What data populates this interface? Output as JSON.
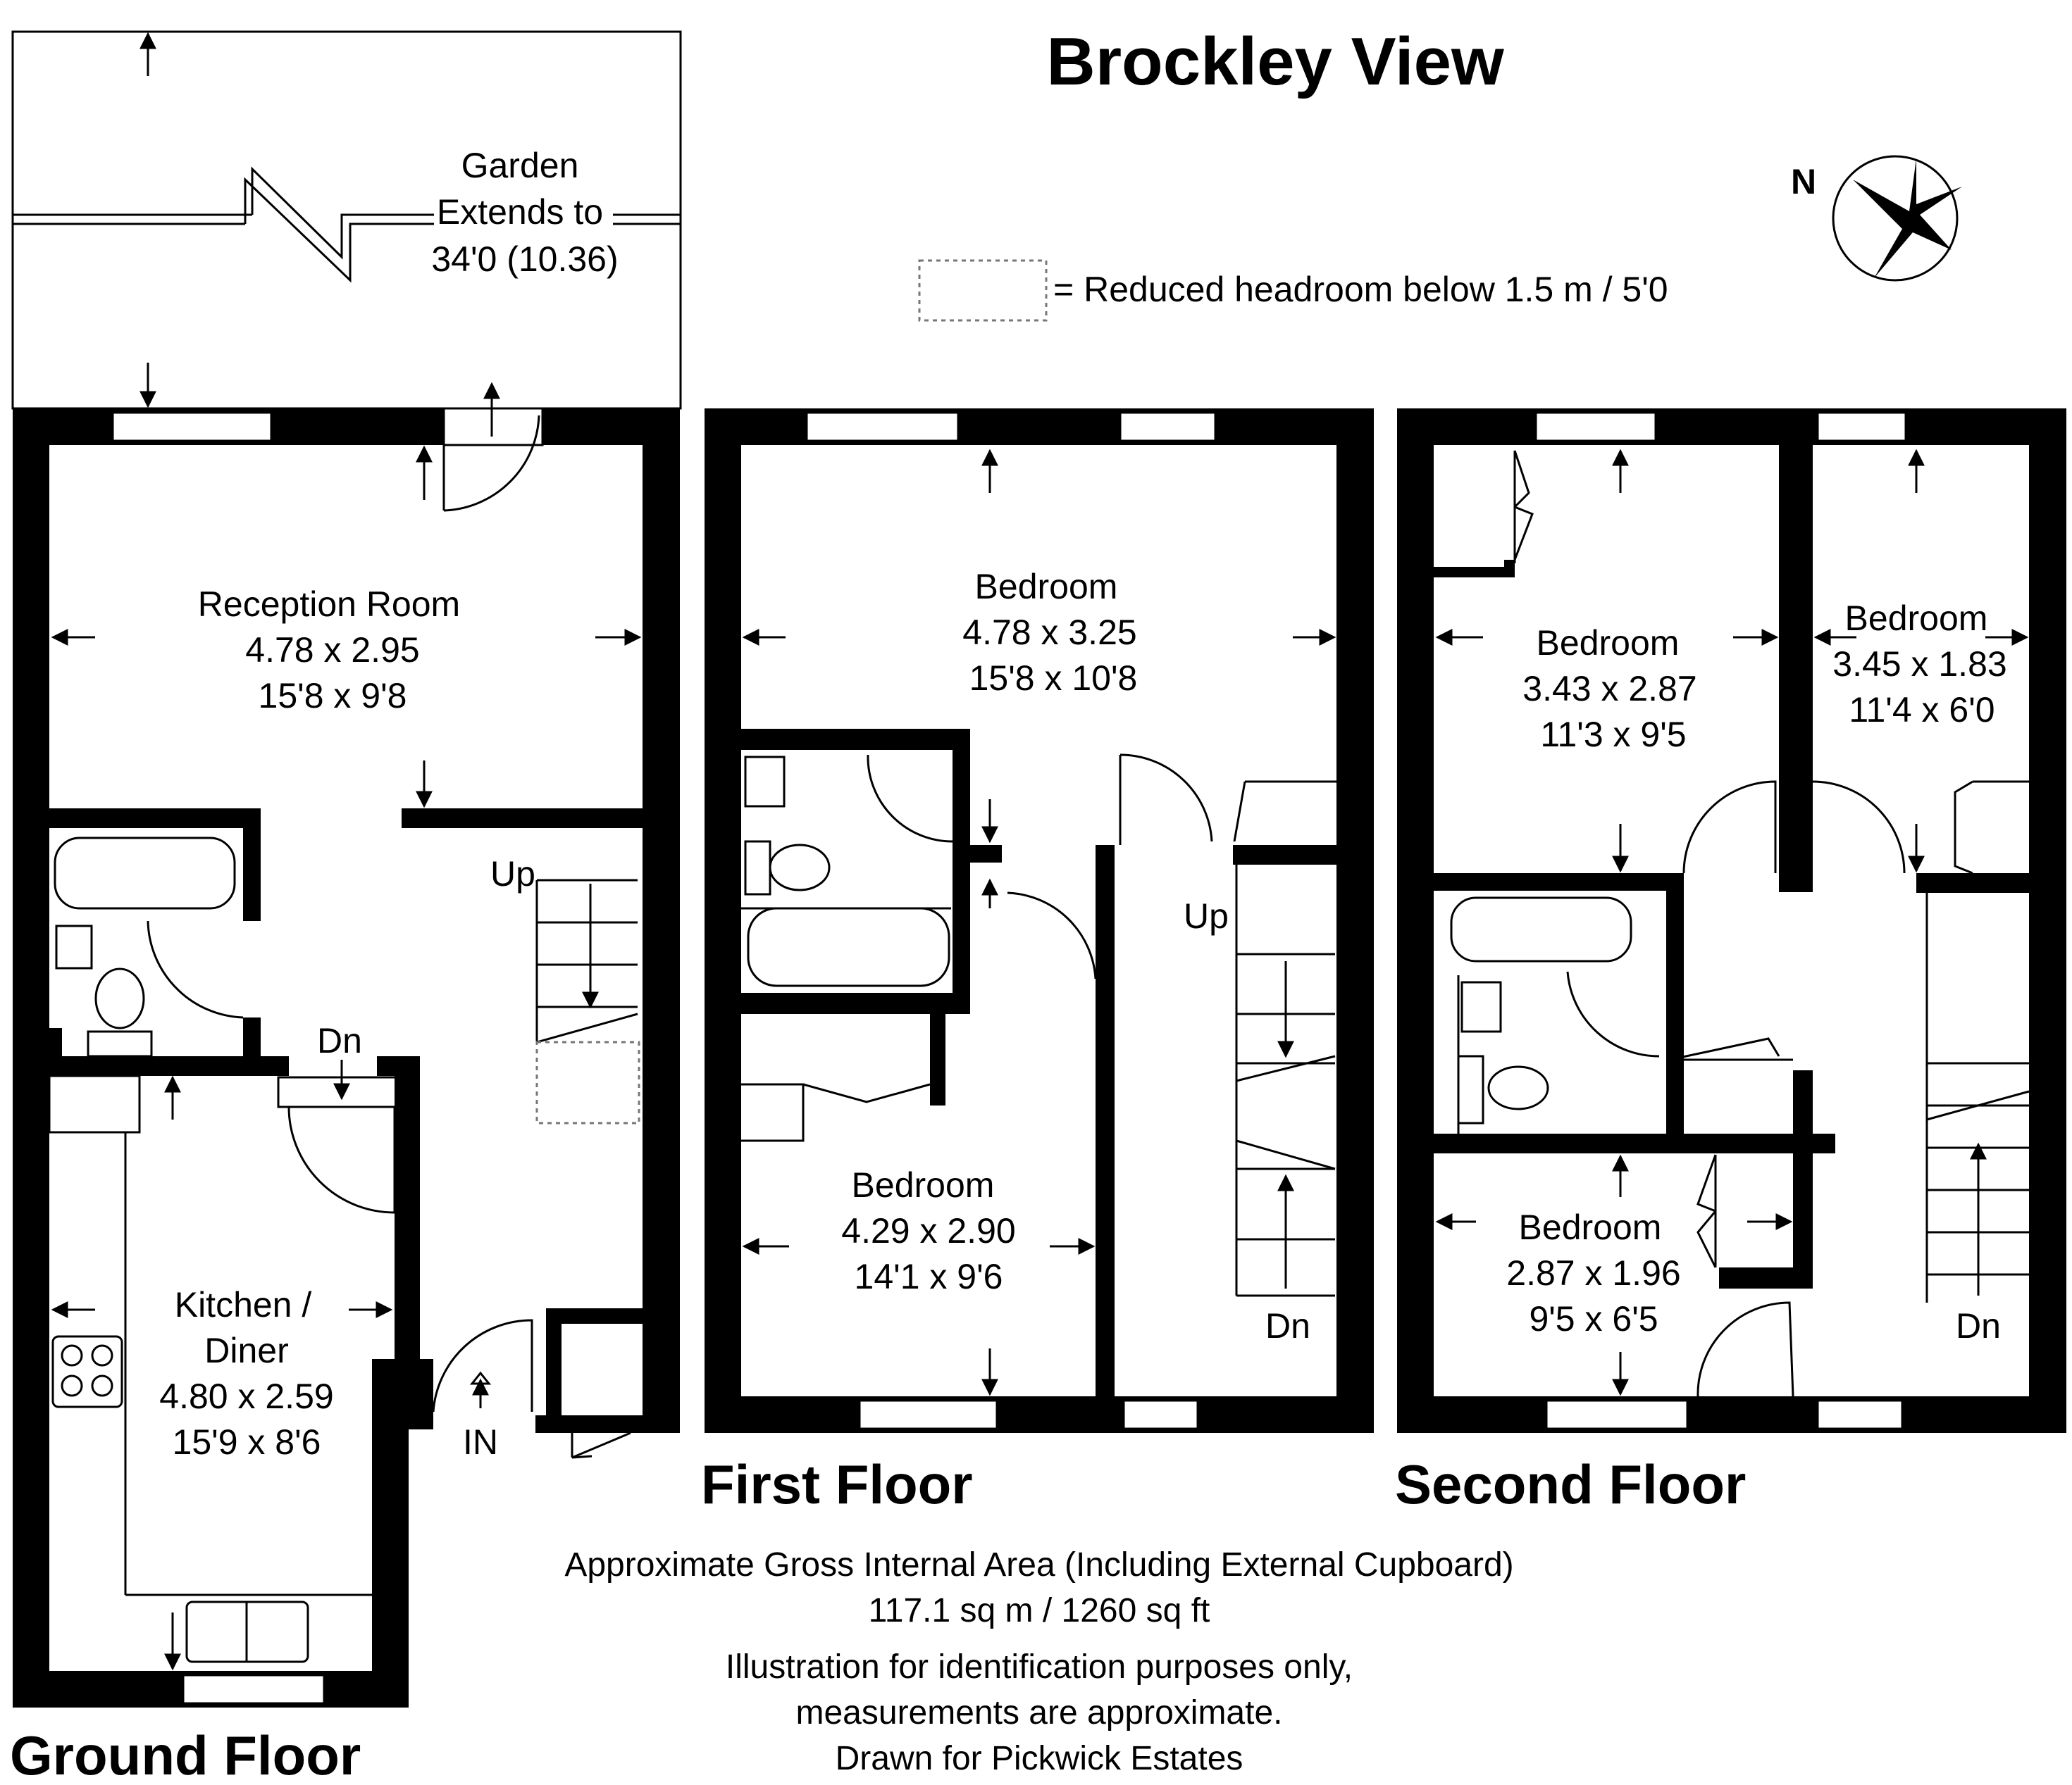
{
  "title": "Brockley View",
  "compass": {
    "label": "N"
  },
  "legend": {
    "text": "=  Reduced headroom below 1.5 m / 5'0"
  },
  "garden": {
    "line1": "Garden",
    "line2": "Extends to",
    "line3": "34'0 (10.36)"
  },
  "ground_floor": {
    "label": "Ground Floor",
    "reception": {
      "name": "Reception Room",
      "metric": "4.78 x 2.95",
      "imperial": "15'8 x 9'8"
    },
    "kitchen": {
      "name1": "Kitchen /",
      "name2": "Diner",
      "metric": "4.80 x 2.59",
      "imperial": "15'9 x 8'6"
    },
    "stair_up": "Up",
    "stair_down": "Dn",
    "entrance": "IN"
  },
  "first_floor": {
    "label": "First Floor",
    "bedroom_front": {
      "name": "Bedroom",
      "metric": "4.78 x 3.25",
      "imperial": "15'8 x 10'8"
    },
    "bedroom_rear": {
      "name": "Bedroom",
      "metric": "4.29 x 2.90",
      "imperial": "14'1 x 9'6"
    },
    "stair_up": "Up",
    "stair_down": "Dn"
  },
  "second_floor": {
    "label": "Second Floor",
    "bedroom_a": {
      "name": "Bedroom",
      "metric": "3.43 x 2.87",
      "imperial": "11'3 x 9'5"
    },
    "bedroom_b": {
      "name": "Bedroom",
      "metric": "3.45 x 1.83",
      "imperial": "11'4 x 6'0"
    },
    "bedroom_c": {
      "name": "Bedroom",
      "metric": "2.87 x 1.96",
      "imperial": "9'5 x 6'5"
    },
    "stair_down": "Dn"
  },
  "footer": {
    "area_line1": "Approximate Gross Internal Area (Including External Cupboard)",
    "area_line2": "117.1 sq m / 1260 sq ft",
    "disclaimer1": "Illustration for identification purposes only,",
    "disclaimer2": "measurements are approximate.",
    "drawn_for": "Drawn for Pickwick Estates"
  }
}
